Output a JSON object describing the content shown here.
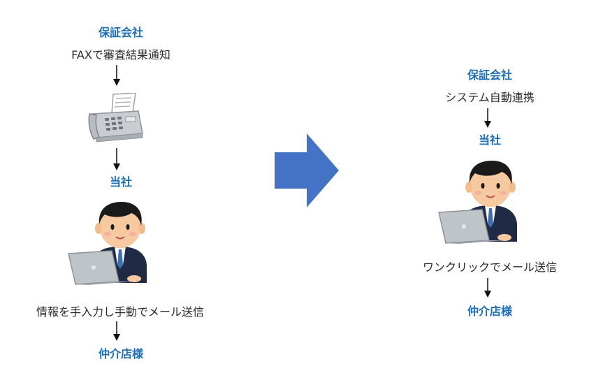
{
  "before": {
    "guarantor_label": "保証会社",
    "fax_text": "FAXで審査結果通知",
    "company_label": "当社",
    "manual_text": "情報を手入力し手動でメール送信",
    "agent_label": "仲介店様",
    "icons": [
      "fax-machine-icon",
      "businessman-laptop-icon"
    ]
  },
  "after": {
    "guarantor_label": "保証会社",
    "system_text": "システム自動連携",
    "company_label": "当社",
    "oneclick_text": "ワンクリックでメール送信",
    "agent_label": "仲介店様",
    "icons": [
      "businessman-laptop-icon"
    ]
  },
  "colors": {
    "accent_text": "#1f6fb5",
    "transition_arrow": "#4472c4",
    "body_text": "#2a2a2a"
  }
}
